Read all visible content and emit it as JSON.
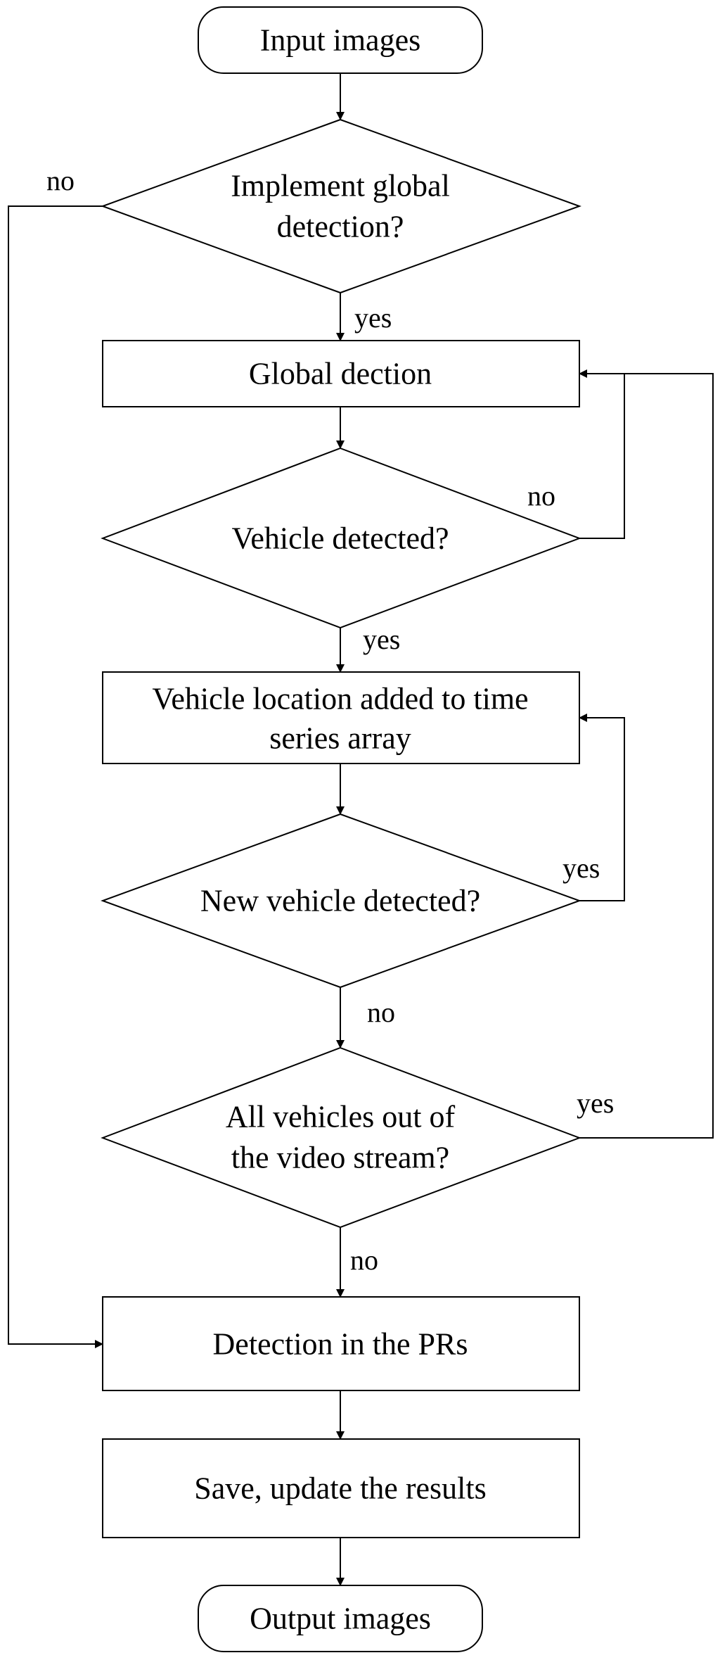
{
  "nodes": {
    "input": "Input images",
    "global_q": [
      "Implement global",
      "detection?"
    ],
    "global": "Global dection",
    "vehicle_q": "Vehicle detected?",
    "loc": [
      "Vehicle location added to time",
      "series array"
    ],
    "new_q": "New vehicle detected?",
    "all_q": [
      "All vehicles out of",
      "the video stream?"
    ],
    "pr": "Detection in the PRs",
    "save": "Save, update the results",
    "output": "Output images"
  },
  "edges": {
    "global_no": "no",
    "global_yes": "yes",
    "vehicle_no": "no",
    "vehicle_yes": "yes",
    "new_yes": "yes",
    "new_no": "no",
    "all_yes": "yes",
    "all_no": "no"
  }
}
